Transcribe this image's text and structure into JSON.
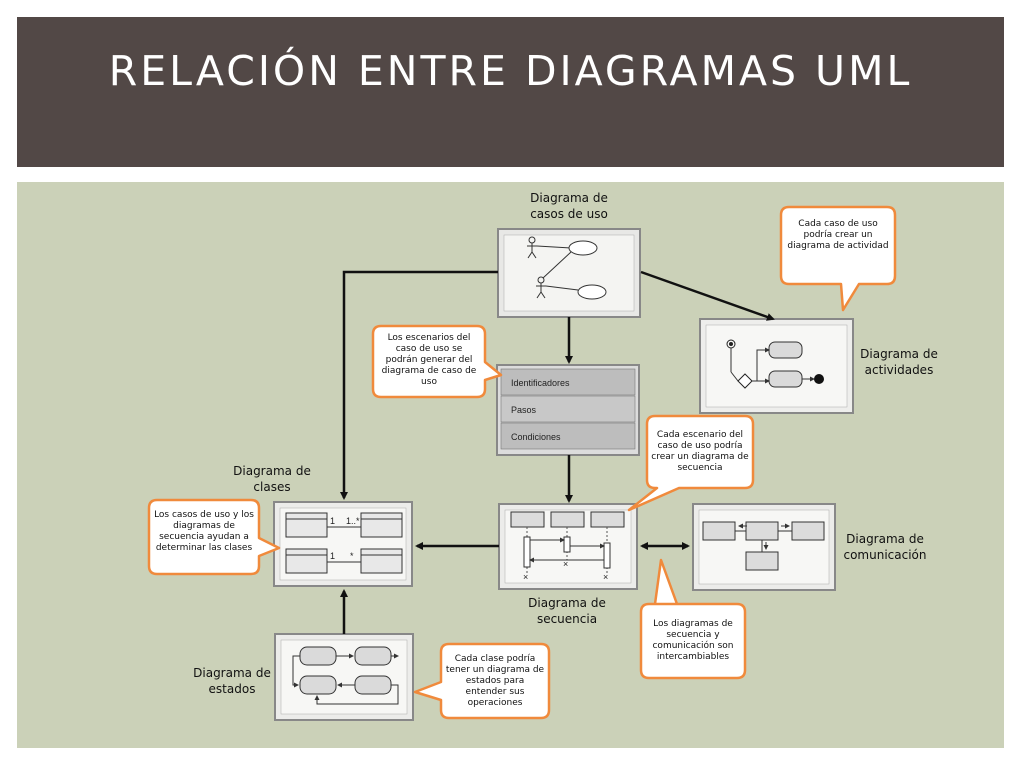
{
  "slide": {
    "title": "RELACIÓN ENTRE DIAGRAMAS UML",
    "colors": {
      "header": "#524846",
      "content_bg": "#cbd1b8",
      "callout_border": "#f08a3c",
      "arrow": "#111111"
    }
  },
  "diagrams": {
    "casos_uso": "Diagrama de casos de uso",
    "actividades": "Diagrama de actividades",
    "clases": "Diagrama de clases",
    "secuencia": "Diagrama de secuencia",
    "comunicacion": "Diagrama de comunicación",
    "estados": "Diagrama de estados"
  },
  "scenario_box": {
    "rows": [
      "Identificadores",
      "Pasos",
      "Condiciones"
    ]
  },
  "class_multiplicities": [
    "1",
    "1..*",
    "1",
    "*"
  ],
  "callouts": {
    "actividad": "Cada caso de uso podría crear un diagrama de actividad",
    "escenarios": "Los escenarios del caso de uso se podrán generar del diagrama de caso de uso",
    "secuencia": "Cada escenario del caso de uso podría crear un diagrama de secuencia",
    "clases": "Los casos de uso y los diagramas de secuencia ayudan a determinar las clases",
    "intercambiables": "Los diagramas de secuencia y comunicación son intercambiables",
    "estados": "Cada clase podría tener un diagrama de estados para entender sus operaciones"
  },
  "icons": [
    "actor-icon",
    "use-case-ellipse-icon",
    "initial-node-icon",
    "decision-diamond-icon",
    "final-node-icon"
  ]
}
